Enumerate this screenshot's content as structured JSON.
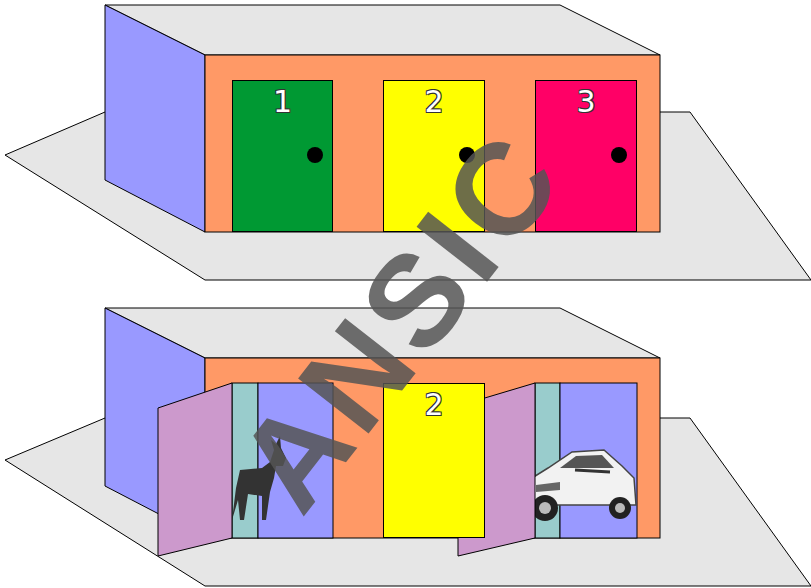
{
  "diagram": {
    "nodes": [
      {
        "text": [
          "1"
        ]
      },
      {
        "text": [
          "2"
        ]
      },
      {
        "text": [
          "3"
        ]
      },
      {
        "text": [
          "2"
        ]
      }
    ],
    "labels": [
      "ANSIC"
    ]
  }
}
